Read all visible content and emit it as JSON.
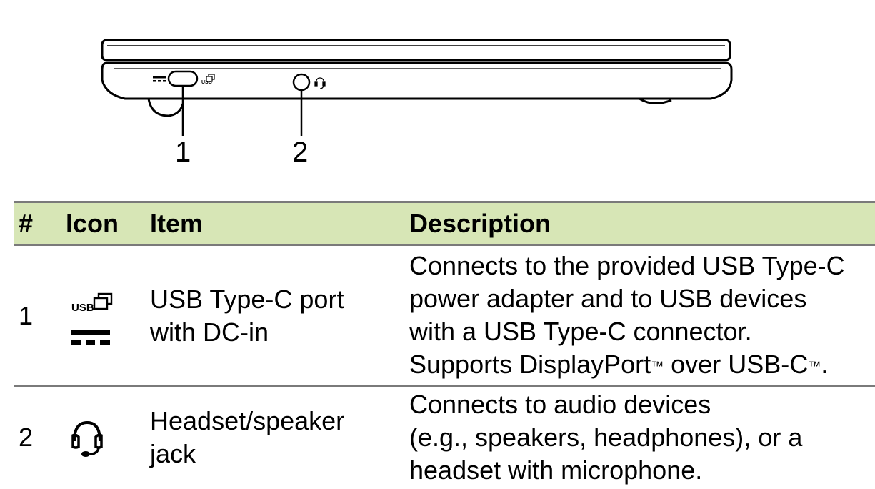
{
  "figure": {
    "callouts": [
      "1",
      "2"
    ]
  },
  "table": {
    "headers": {
      "num": "#",
      "icon": "Icon",
      "item": "Item",
      "description": "Description"
    },
    "rows": [
      {
        "num": "1",
        "icons": [
          "usb-display-icon",
          "dc-in-icon"
        ],
        "icon_text": "USB",
        "item_lines": [
          "USB Type-C port",
          "with DC-in"
        ],
        "description_lines": [
          "Connects to the provided USB Type-C",
          "power adapter and to USB devices",
          "with a USB Type-C connector."
        ],
        "description_last": {
          "a": "Supports DisplayPort",
          "tm1": "™",
          "b": " over USB-C",
          "tm2": "™",
          "c": "."
        }
      },
      {
        "num": "2",
        "icons": [
          "headset-icon"
        ],
        "item_lines": [
          "Headset/speaker",
          "jack"
        ],
        "description_lines": [
          "Connects to audio devices",
          "(e.g., speakers, headphones), or a",
          "headset with microphone."
        ]
      }
    ]
  },
  "colors": {
    "header_bg": "#d7e6b6",
    "rule": "#7a7a7a"
  }
}
